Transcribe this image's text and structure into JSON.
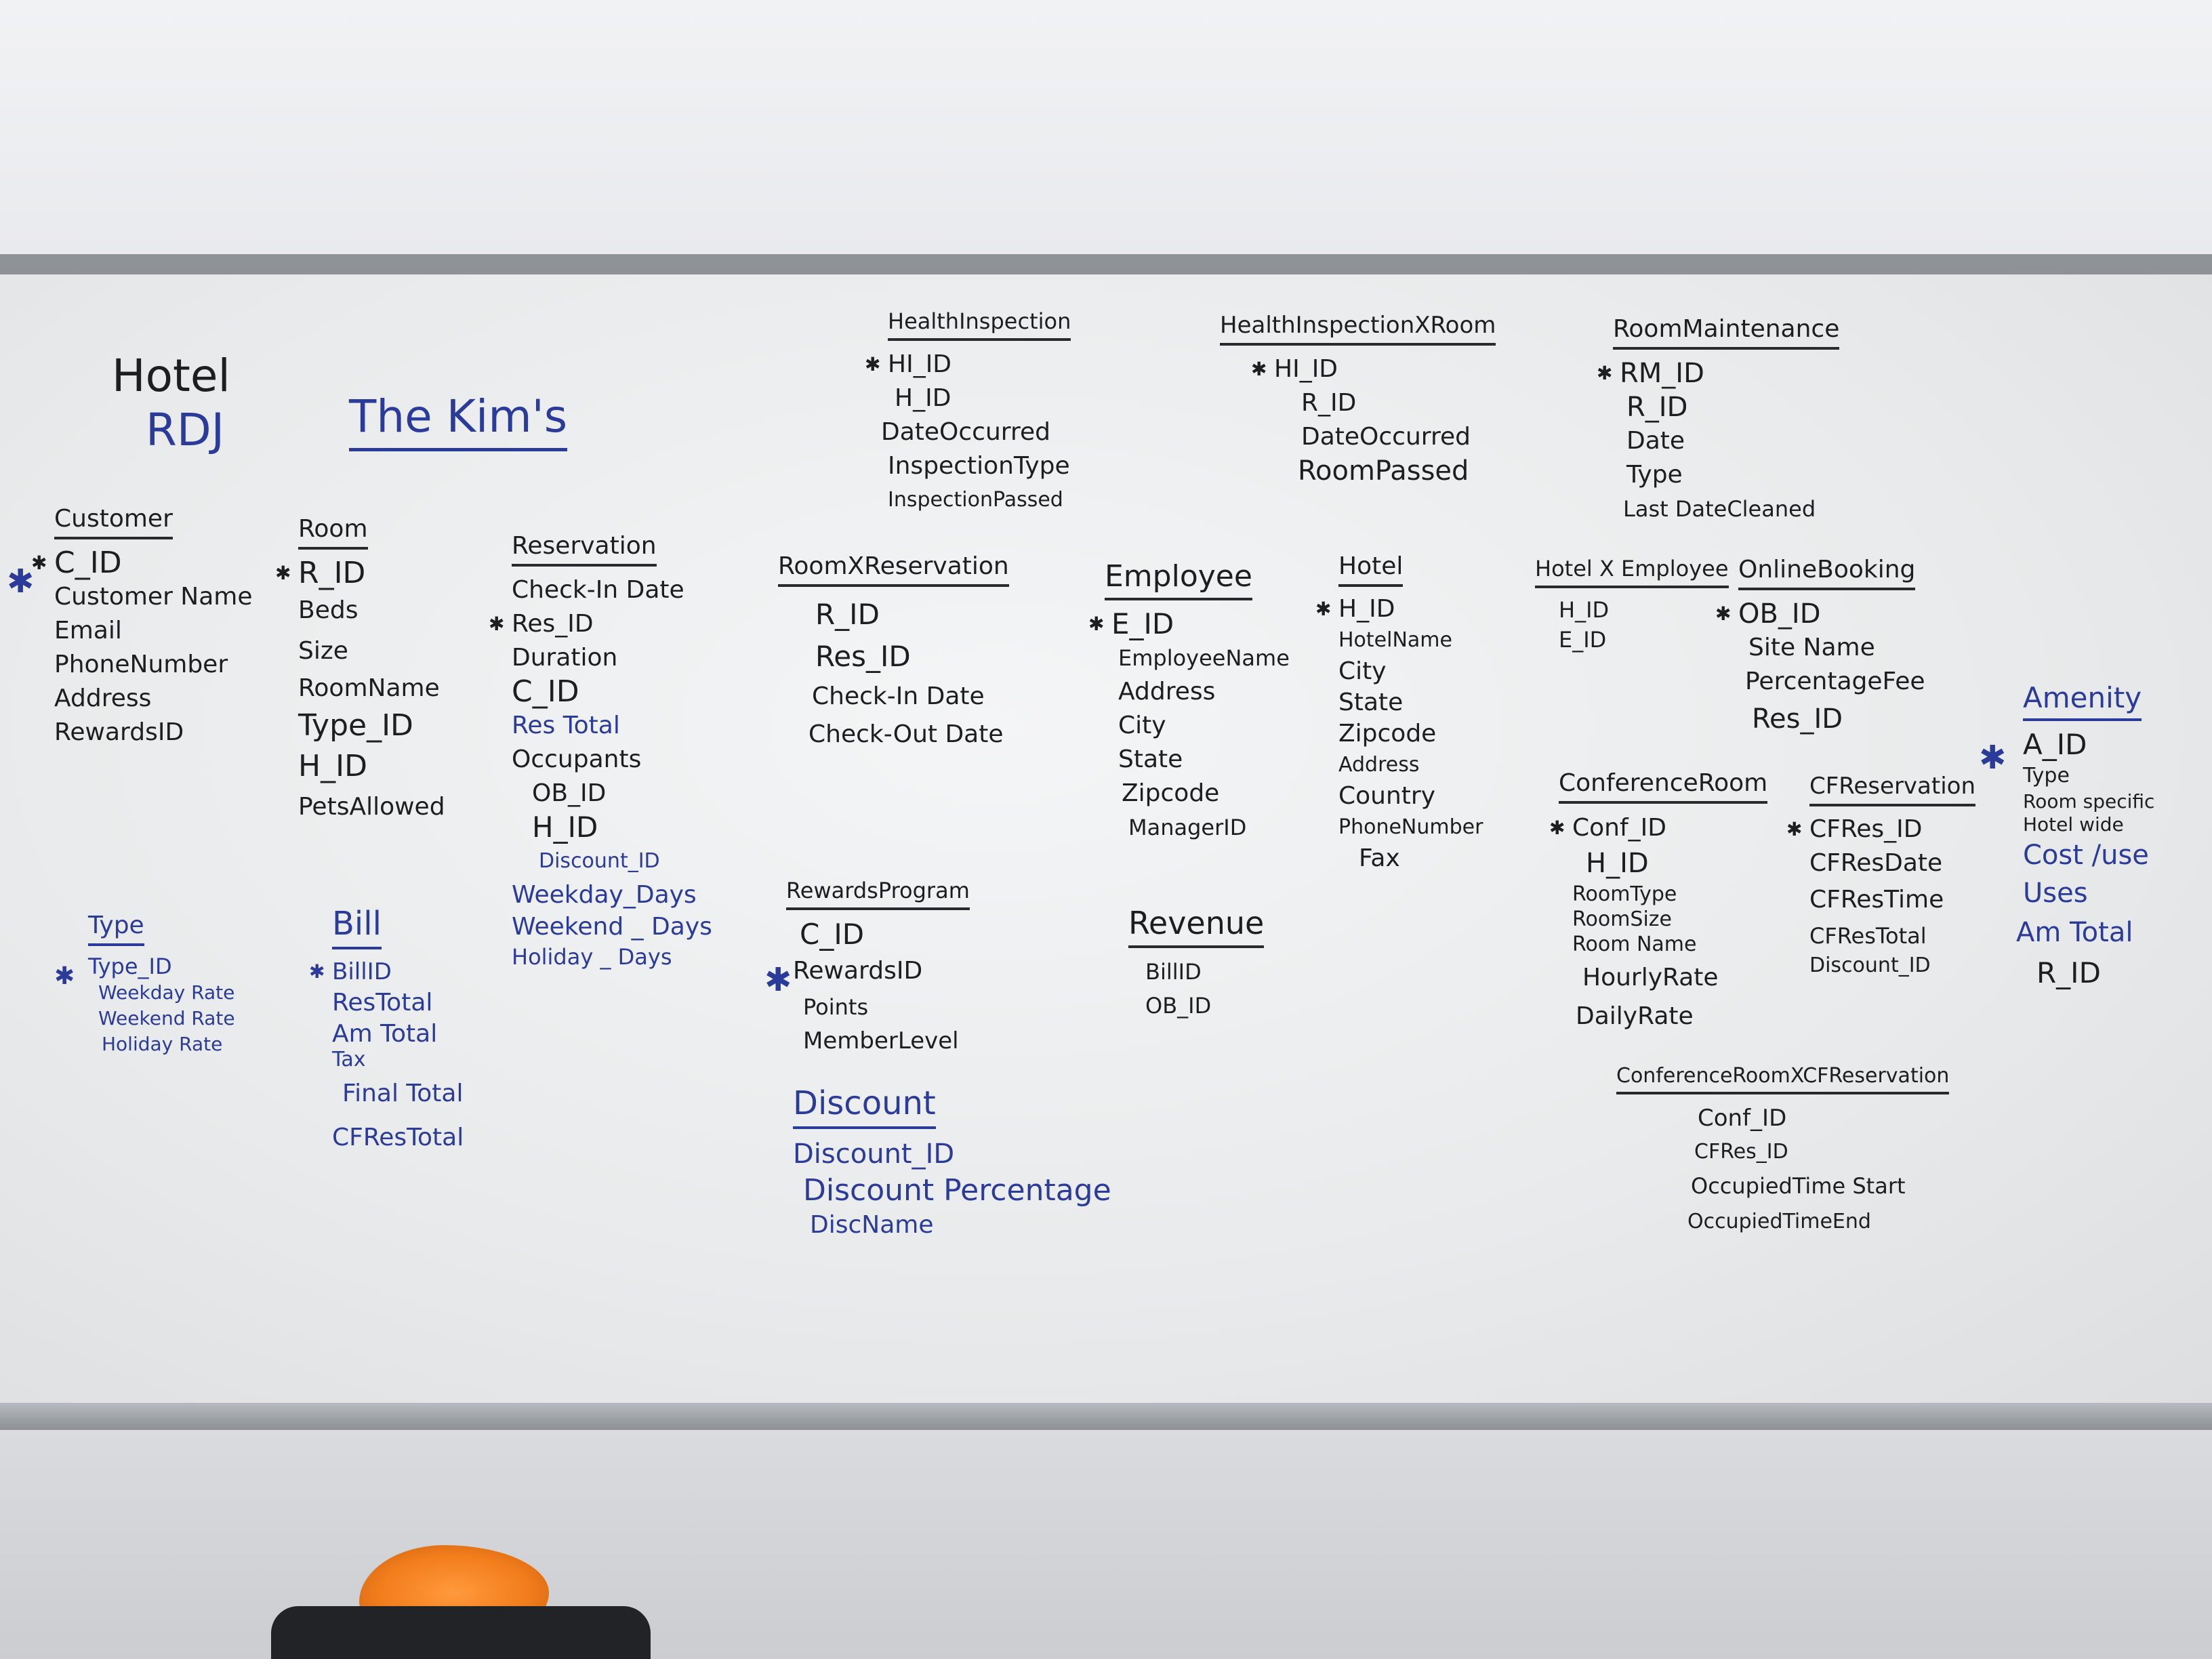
{
  "board": {
    "title": "Hotel",
    "subtitle": "RDJ",
    "team": "The Kim's"
  },
  "tables": {
    "customer": {
      "name": "Customer",
      "fields": [
        "C_ID",
        "Customer Name",
        "Email",
        "PhoneNumber",
        "Address",
        "RewardsID"
      ]
    },
    "room": {
      "name": "Room",
      "fields": [
        "R_ID",
        "Beds",
        "Size",
        "RoomName",
        "Type_ID",
        "H_ID",
        "PetsAllowed"
      ]
    },
    "reservation": {
      "name": "Reservation",
      "fields": [
        "Check-In Date",
        "Res_ID",
        "Duration",
        "C_ID",
        "Res Total",
        "Occupants",
        "OB_ID",
        "H_ID",
        "Discount_ID",
        "Weekday_Days",
        "Weekend _ Days",
        "Holiday _ Days"
      ]
    },
    "health_inspection": {
      "name": "HealthInspection",
      "fields": [
        "HI_ID",
        "H_ID",
        "DateOccurred",
        "InspectionType",
        "InspectionPassed"
      ]
    },
    "health_inspection_x_room": {
      "name": "HealthInspectionXRoom",
      "fields": [
        "HI_ID",
        "R_ID",
        "DateOccurred",
        "RoomPassed"
      ]
    },
    "room_maintenance": {
      "name": "RoomMaintenance",
      "fields": [
        "RM_ID",
        "R_ID",
        "Date",
        "Type",
        "Last DateCleaned"
      ]
    },
    "room_x_reservation": {
      "name": "RoomXReservation",
      "fields": [
        "R_ID",
        "Res_ID",
        "Check-In Date",
        "Check-Out Date"
      ]
    },
    "employee": {
      "name": "Employee",
      "fields": [
        "E_ID",
        "EmployeeName",
        "Address",
        "City",
        "State",
        "Zipcode",
        "ManagerID"
      ]
    },
    "hotel": {
      "name": "Hotel",
      "fields": [
        "H_ID",
        "HotelName",
        "City",
        "State",
        "Zipcode",
        "Address",
        "Country",
        "PhoneNumber",
        "Fax"
      ]
    },
    "hotel_x_employee": {
      "name": "Hotel X Employee",
      "fields": [
        "H_ID",
        "E_ID"
      ]
    },
    "online_booking": {
      "name": "OnlineBooking",
      "fields": [
        "OB_ID",
        "Site Name",
        "PercentageFee",
        "Res_ID"
      ]
    },
    "amenity": {
      "name": "Amenity",
      "fields": [
        "A_ID",
        "Type",
        "Room specific",
        "Hotel wide",
        "Cost /use",
        "Uses",
        "Am Total",
        "R_ID"
      ]
    },
    "type": {
      "name": "Type",
      "fields": [
        "Type_ID",
        "Weekday Rate",
        "Weekend Rate",
        "Holiday Rate"
      ]
    },
    "bill": {
      "name": "Bill",
      "fields": [
        "BillID",
        "ResTotal",
        "Am Total",
        "Tax",
        "Final Total",
        "CFResTotal"
      ]
    },
    "rewards_program": {
      "name": "RewardsProgram",
      "fields": [
        "C_ID",
        "RewardsID",
        "Points",
        "MemberLevel"
      ]
    },
    "discount": {
      "name": "Discount",
      "fields": [
        "Discount_ID",
        "Discount Percentage",
        "DiscName"
      ]
    },
    "revenue": {
      "name": "Revenue",
      "fields": [
        "BillID",
        "OB_ID"
      ]
    },
    "conference_room": {
      "name": "ConferenceRoom",
      "fields": [
        "Conf_ID",
        "H_ID",
        "RoomType",
        "RoomSize",
        "Room Name",
        "HourlyRate",
        "DailyRate"
      ]
    },
    "cf_reservation": {
      "name": "CFReservation",
      "fields": [
        "CFRes_ID",
        "CFResDate",
        "CFResTime",
        "CFResTotal",
        "Discount_ID"
      ]
    },
    "conference_room_x_cf_reservation": {
      "name": "ConferenceRoomXCFReservation",
      "fields": [
        "Conf_ID",
        "CFRes_ID",
        "OccupiedTime Start",
        "OccupiedTimeEnd"
      ]
    }
  },
  "colors": {
    "black_marker": "#1e1e20",
    "blue_marker": "#2b3b9a"
  }
}
